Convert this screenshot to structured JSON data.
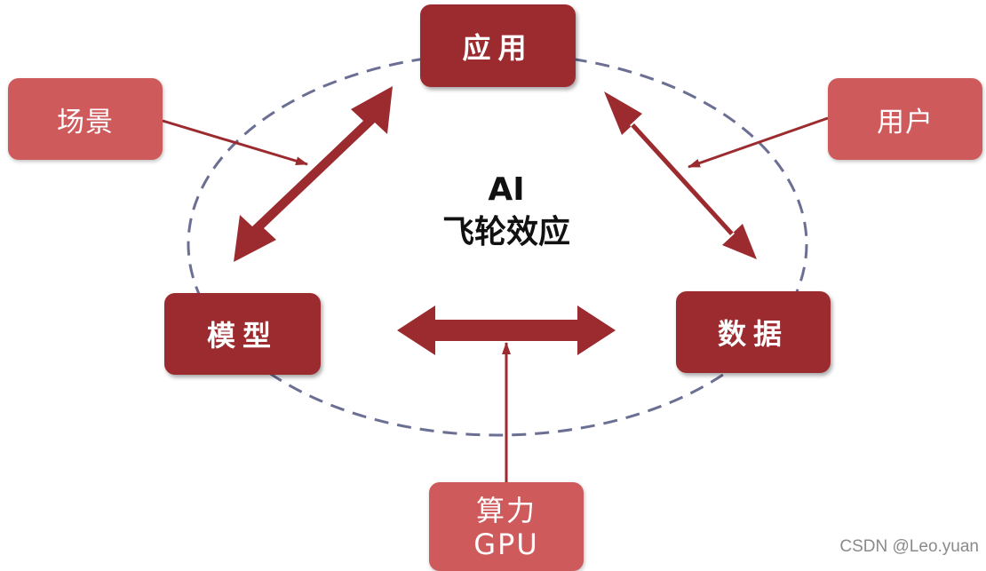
{
  "diagram": {
    "nodes": {
      "app": "应用",
      "model": "模型",
      "data": "数据",
      "scene": "场景",
      "user": "用户",
      "compute_line1": "算力",
      "compute_line2": "GPU"
    },
    "center": {
      "line1": "AI",
      "line2": "飞轮效应"
    }
  },
  "colors": {
    "main_box": "#9c2b2f",
    "side_box": "#cf5a5c",
    "arrow": "#9c2b2f",
    "dashed_ellipse": "#6b6f93"
  },
  "watermark": "CSDN @Leo.yuan"
}
